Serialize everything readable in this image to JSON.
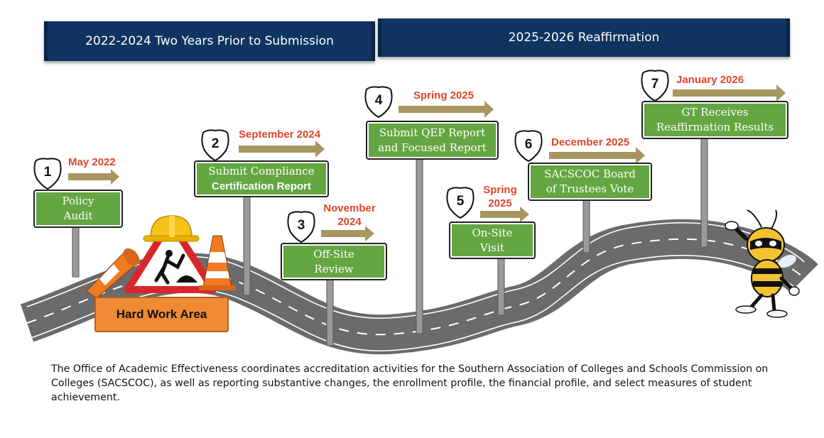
{
  "banners": {
    "left": "2022-2024  Two Years Prior to Submission",
    "right": "2025-2026 Reaffirmation"
  },
  "steps": [
    {
      "number": "1",
      "date": [
        "May 2022"
      ],
      "label": [
        "Policy",
        "Audit"
      ]
    },
    {
      "number": "2",
      "date": [
        "September 2024"
      ],
      "label": [
        "Submit Compliance",
        "Certification Report"
      ]
    },
    {
      "number": "3",
      "date": [
        "November",
        "2024"
      ],
      "label": [
        "Off-Site",
        "Review"
      ]
    },
    {
      "number": "4",
      "date": [
        "Spring 2025"
      ],
      "label": [
        "Submit QEP Report",
        "and Focused Report"
      ]
    },
    {
      "number": "5",
      "date": [
        "Spring",
        "2025"
      ],
      "label": [
        "On-Site",
        "Visit"
      ]
    },
    {
      "number": "6",
      "date": [
        "December 2025"
      ],
      "label": [
        "SACSCOC Board",
        "of Trustees Vote"
      ]
    },
    {
      "number": "7",
      "date": [
        "January 2026"
      ],
      "label": [
        "GT Receives",
        "Reaffirmation Results"
      ]
    }
  ],
  "hard_work": "Hard Work Area",
  "description": "The Office of Academic Effectiveness coordinates accreditation activities for the Southern Association of Colleges and Schools Commission on Colleges (SACSCOC), as well as reporting substantive changes, the enrollment profile, the financial profile, and select measures of student achievement.",
  "colors": {
    "banner": "#0f3460",
    "sign_green": "#63a642",
    "arrow": "#a89660",
    "date_red": "#e0452a",
    "road": "#6b6b6b",
    "hard_work": "#f08a35"
  },
  "icons": [
    "shield-icon",
    "construction-sign-icon",
    "traffic-cone-icon",
    "hard-hat-icon",
    "yellow-jacket-mascot-icon"
  ]
}
